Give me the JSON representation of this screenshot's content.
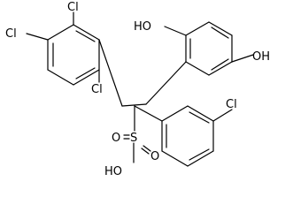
{
  "molecule": {
    "atom_labels": {
      "cl_ring1_top": "Cl",
      "cl_ring1_left": "Cl",
      "cl_ring1_bottom": "Cl",
      "cl_ring3": "Cl",
      "oh_ring2_left": "HO",
      "oh_ring2_right": "OH",
      "sulfur": "S",
      "o_sulfonyl_1": "O",
      "o_sulfonyl_2": "O",
      "ho_sulfonic": "HO"
    },
    "colors": {
      "bond": "#000000",
      "label": "#000000",
      "background": "#ffffff"
    }
  }
}
